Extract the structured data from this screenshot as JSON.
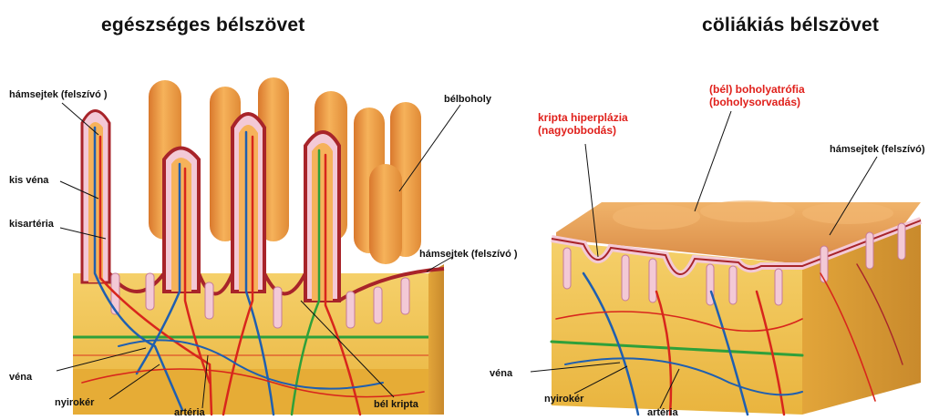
{
  "healthy": {
    "title": "egészséges bélszövet",
    "labels": {
      "hamsejtek_top": "hámsejtek (felszívó )",
      "kis_vena": "kis véna",
      "kisarteria": "kisartéria",
      "belboholy": "bélboholy",
      "hamsejtek_right": "hámsejtek (felszívó )",
      "vena": "véna",
      "nyiroker": "nyirokér",
      "arteria": "artéria",
      "bel_kripta": "bél kripta"
    }
  },
  "celiac": {
    "title": "cöliákiás bélszövet",
    "labels": {
      "atrophy_line1": "(bél) boholyatrófia",
      "atrophy_line2": "(boholysorvadás)",
      "hyperplasia_line1": "kripta hiperplázia",
      "hyperplasia_line2": "(nagyobbodás)",
      "hamsejtek": "hámsejtek (felszívó)",
      "vena": "véna",
      "nyiroker": "nyirokér",
      "arteria": "artéria"
    }
  },
  "colors": {
    "tissue": "#f2c24a",
    "villus": "#f0a94a",
    "villus_dark": "#a8242a",
    "epithelium": "#f3c9d6",
    "vein": "#1f5fb0",
    "artery": "#d8261c",
    "lymph": "#2fa03a",
    "annotation_red": "#e0201b"
  }
}
